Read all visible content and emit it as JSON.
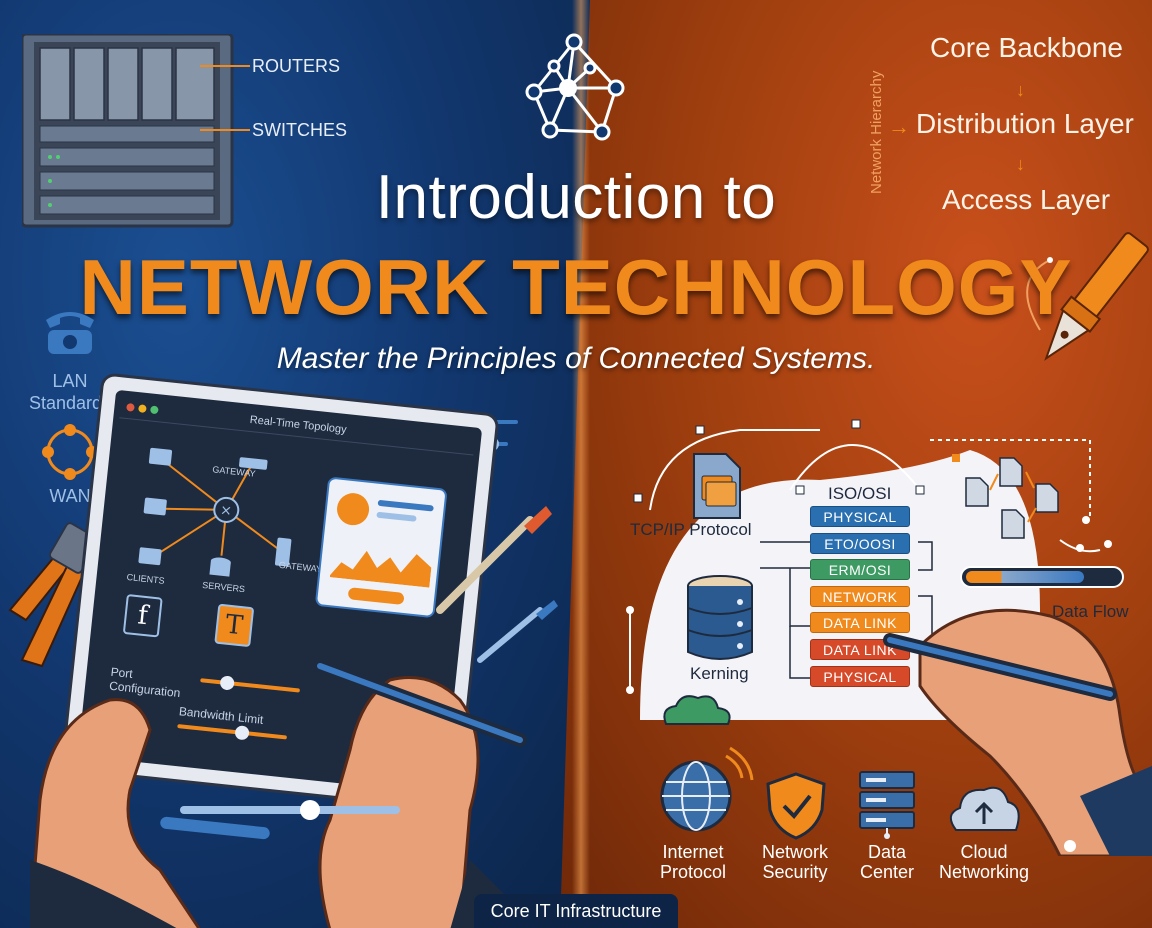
{
  "title": {
    "intro": "Introduction to",
    "main": "NETWORK TECHNOLOGY",
    "subtitle": "Master the Principles of Connected Systems."
  },
  "rack": {
    "routers_label": "ROUTERS",
    "switches_label": "SWITCHES"
  },
  "hierarchy": {
    "side_label": "Network Hierarchy",
    "core": "Core Backbone",
    "distribution": "Distribution Layer",
    "access": "Access Layer"
  },
  "left_icons": {
    "lan": "LAN\nStandards",
    "wan": "WAN"
  },
  "tablet": {
    "panel_title": "Real-Time Topology",
    "gateway_top": "GATEWAY",
    "gateway_right": "GATEWAY",
    "clients": "CLIENTS",
    "servers": "SERVERS",
    "port_config": "Port\nConfiguration",
    "bandwidth": "Bandwidth Limit"
  },
  "osi": {
    "title": "ISO/OSI",
    "tcpip": "TCP/IP Protocol",
    "kerning": "Kerning",
    "data_flow": "Data Flow",
    "layers": [
      {
        "label": "PHYSICAL",
        "style": "blue"
      },
      {
        "label": "ETO/OOSI",
        "style": "blue"
      },
      {
        "label": "ERM/OSI",
        "style": "green"
      },
      {
        "label": "NETWORK",
        "style": "orange"
      },
      {
        "label": "DATA LINK",
        "style": "orange"
      },
      {
        "label": "DATA LINK",
        "style": "red"
      },
      {
        "label": "PHYSICAL",
        "style": "red"
      }
    ]
  },
  "bottom_icons": [
    {
      "label": "Internet\nProtocol"
    },
    {
      "label": "Network\nSecurity"
    },
    {
      "label": "Data\nCenter"
    },
    {
      "label": "Cloud\nNetworking"
    }
  ],
  "footer": "Core IT Infrastructure",
  "colors": {
    "accent_orange": "#f08a1c",
    "deep_blue": "#123870",
    "rust": "#a2400f"
  }
}
